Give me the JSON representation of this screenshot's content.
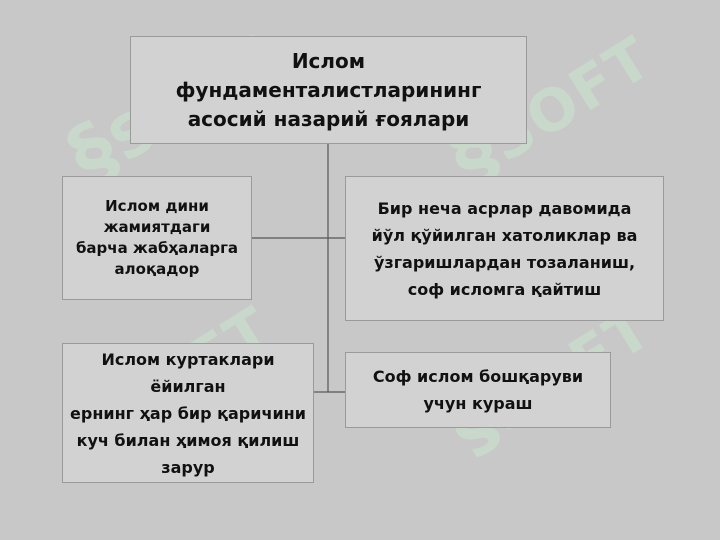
{
  "watermark": {
    "text": "SOFT",
    "mark": "§"
  },
  "title": "Ислом\nфундаменталистларининг\nасосий назарий ғоялари",
  "boxes": {
    "islam_all_aspects": "Ислом дини\nжамиятдаги\nбарча жабҳаларга\nалоқадор",
    "purify_islam": "Бир неча асрлар давомида\nйўл қўйилган хатоликлар ва\nўзгаришлардан тозаланиш,\nсоф исломга қайтиш",
    "defend_islam": "Ислом куртаклари\nёйилган\nернинг ҳар бир қаричини\nкуч билан ҳимоя қилиш\nзарур",
    "pure_rule": "Соф ислом бошқаруви\nучун кураш"
  },
  "colors": {
    "background": "#c8c8c8",
    "box_fill": "#d2d2d2",
    "box_border": "#9a9a9a",
    "connector": "#555555",
    "watermark": "#c8e8cd"
  }
}
